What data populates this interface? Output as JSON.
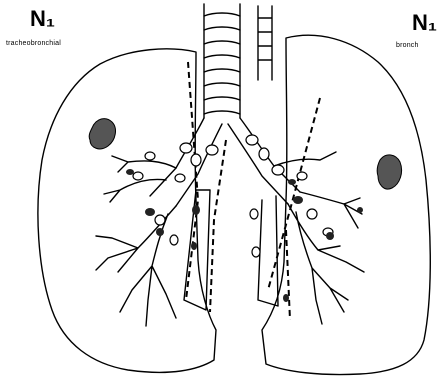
{
  "labels": {
    "left_station": "N₁",
    "left_caption": "tracheobronchial",
    "right_station": "N₁",
    "right_caption": "bronch"
  },
  "colors": {
    "ink": "#000000",
    "paper": "#ffffff",
    "node_fill": "#222222"
  }
}
